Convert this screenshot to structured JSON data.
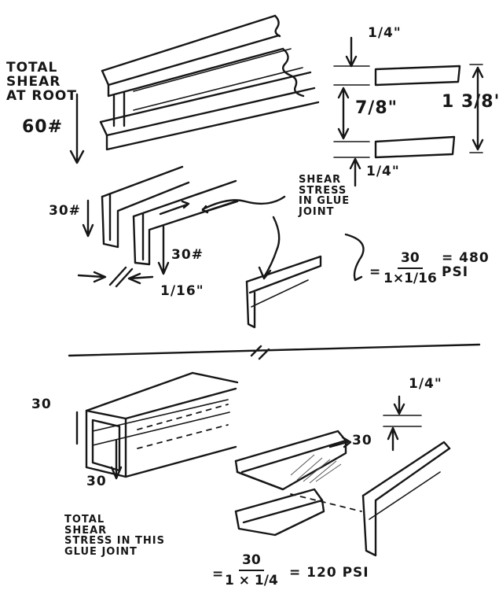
{
  "top_section": {
    "total_shear_label": "TOTAL\nSHEAR\nAT ROOT",
    "total_shear_value": "60#",
    "dim_top_flange": "1/4\"",
    "dim_web": "7/8\"",
    "dim_total_depth": "1 3/8\"",
    "dim_bottom_flange": "1/4\"",
    "left_load": "30#",
    "right_load": "30#",
    "glue_width": "1/16\"",
    "shear_stress_label": "SHEAR\nSTRESS\nIN GLUE\nJOINT",
    "equation": {
      "equals": "=",
      "numerator": "30",
      "denominator": "1×1/16",
      "result": "= 480\nPSI"
    }
  },
  "bottom_section": {
    "left_load": "30",
    "bottom_load": "30",
    "flange_load": "30",
    "dim_glue": "1/4\"",
    "total_shear_label": "TOTAL\nSHEAR\nSTRESS IN THIS\nGLUE JOINT",
    "equation": {
      "equals": "=",
      "numerator": "30",
      "denominator": "1 × 1/4",
      "result": "= 120 PSI"
    }
  }
}
